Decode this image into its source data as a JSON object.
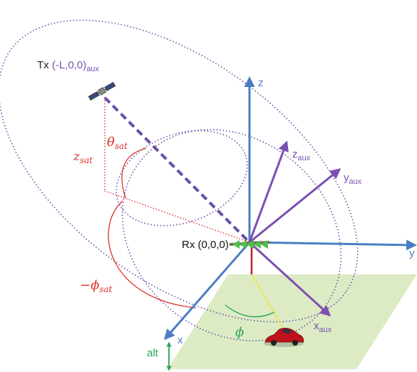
{
  "labels": {
    "tx_prefix": "Tx ",
    "tx_coords": "(-L,0,0)",
    "tx_sub": "aux",
    "rx": "Rx (0,0,0)",
    "z_axis": "z",
    "y_axis": "y",
    "x_axis": "x",
    "z_aux": "z",
    "z_aux_sub": "aux",
    "y_aux": "y",
    "y_aux_sub": "aux",
    "x_aux": "x",
    "x_aux_sub": "aux",
    "theta": "θ",
    "theta_sub": "sat",
    "zsat": "z",
    "zsat_sub": "sat",
    "phi_sat_prefix": "−ϕ",
    "phi_sat_sub": "sat",
    "phi": "ϕ",
    "alt": "alt"
  },
  "colors": {
    "axis_blue": "#4a7ec4",
    "aux_purple": "#7a4fb0",
    "ellipse": "#6a4fa8",
    "red": "#e0302a",
    "green": "#2aa35a",
    "ground": "#dcebc4",
    "yellow": "#f2e23a",
    "arrow_green": "#4cc24a"
  },
  "icons": {
    "satellite": "satellite-icon",
    "car": "car-icon"
  }
}
